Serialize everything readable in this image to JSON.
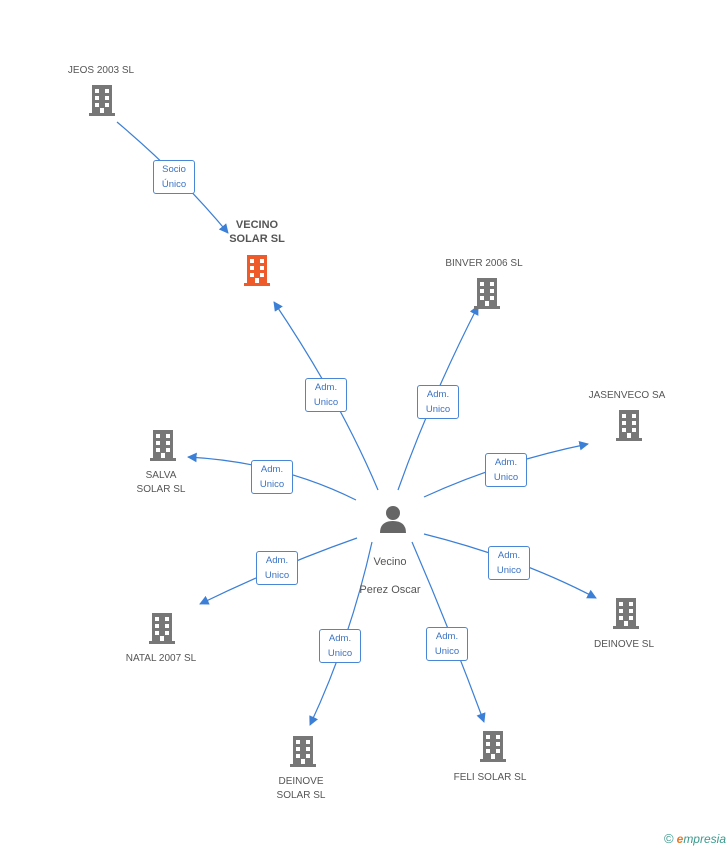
{
  "diagram": {
    "center": {
      "name_line1": "Vecino",
      "name_line2": "Perez Oscar"
    },
    "companies": {
      "jeos": "JEOS 2003  SL",
      "vecino": "VECINO\nSOLAR SL",
      "binver": "BINVER 2006 SL",
      "jasenveco": "JASENVECO SA",
      "salva": "SALVA\nSOLAR SL",
      "natal": "NATAL 2007 SL",
      "deinove": "DEINOVE SL",
      "deinove_solar": "DEINOVE\nSOLAR SL",
      "feli": "FELI SOLAR SL"
    },
    "relations": {
      "socio_line1": "Socio",
      "socio_line2": "Único",
      "adm_line1": "Adm.",
      "adm_line2": "Unico"
    },
    "colors": {
      "edge": "#3b7fd6",
      "building": "#777777",
      "building_highlight": "#ee5a2a"
    }
  },
  "footer": {
    "copyright_symbol": "©",
    "brand_initial": "e",
    "brand_rest": "mpresia"
  }
}
